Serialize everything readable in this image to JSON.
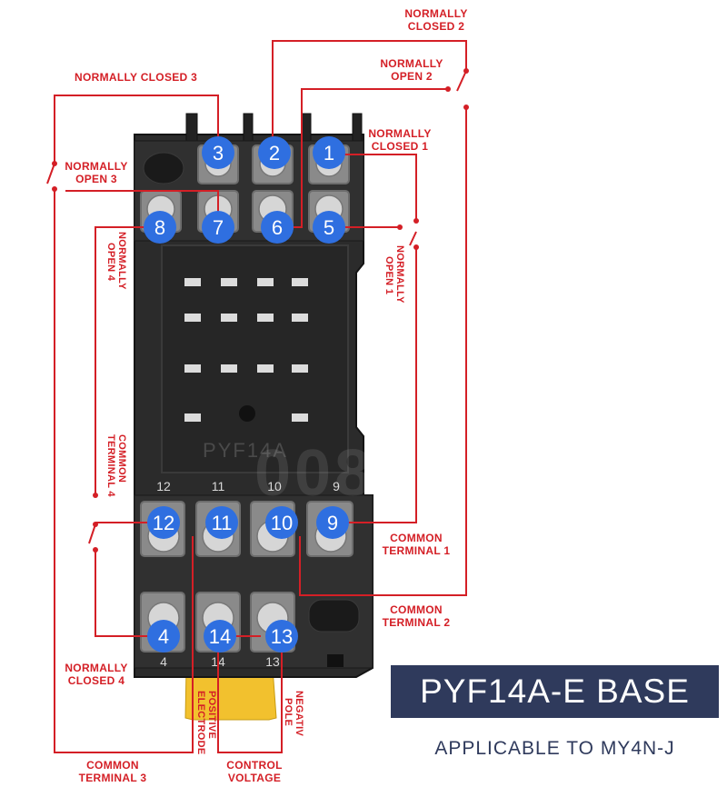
{
  "colors": {
    "wire": "#d41f26",
    "badge": "#2f6fe0",
    "banner": "#2f3a5c",
    "base_body": "#2b2b2b",
    "latch": "#f2c12e"
  },
  "terminals": [
    "1",
    "2",
    "3",
    "4",
    "5",
    "6",
    "7",
    "8",
    "9",
    "10",
    "11",
    "12",
    "13",
    "14"
  ],
  "base_numbers": {
    "top_row": [
      "12",
      "11",
      "10",
      "9"
    ],
    "bottom_row": [
      "4",
      "14",
      "13"
    ]
  },
  "model_mark": "PYF14A",
  "watermark": "008",
  "labels": {
    "nc2": [
      "NORMALLY",
      "CLOSED 2"
    ],
    "nc3": "NORMALLY CLOSED 3",
    "no2": [
      "NORMALLY",
      "OPEN 2"
    ],
    "nc1": [
      "NORMALLY",
      "CLOSED 1"
    ],
    "no3": [
      "NORMALLY",
      "OPEN 3"
    ],
    "no4": [
      "NORMALLY",
      "OPEN 4"
    ],
    "no1": [
      "NORMALLY",
      "OPEN 1"
    ],
    "com4": [
      "COMMON",
      "TERMINAL 4"
    ],
    "com1": [
      "COMMON",
      "TERMINAL 1"
    ],
    "com2": [
      "COMMON",
      "TERMINAL 2"
    ],
    "nc4": [
      "NORMALLY",
      "CLOSED 4"
    ],
    "com3": [
      "COMMON",
      "TERMINAL 3"
    ],
    "ctrl": [
      "CONTROL",
      "VOLTAGE"
    ],
    "pos": [
      "POSITIVE",
      "ELECTRODE"
    ],
    "neg": [
      "NEGATIV",
      "POLE"
    ]
  },
  "title": "PYF14A-E BASE",
  "subtitle": "APPLICABLE TO MY4N-J"
}
